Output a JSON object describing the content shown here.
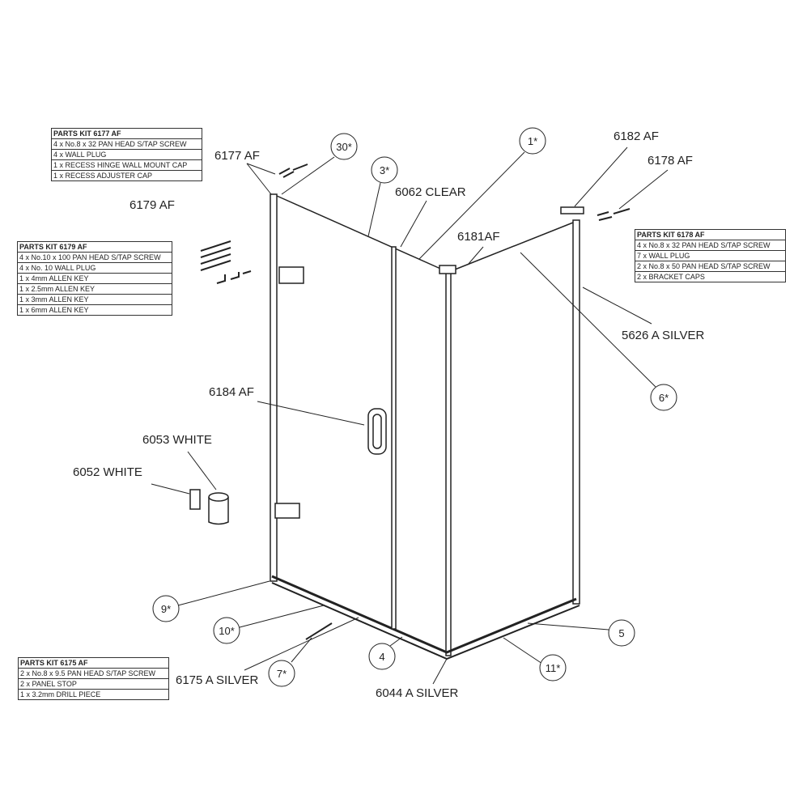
{
  "kits": [
    {
      "title": "PARTS KIT 6177 AF",
      "items": [
        "4 x No.8 x 32 PAN HEAD S/TAP SCREW",
        "4 x WALL PLUG",
        "1 x RECESS HINGE WALL MOUNT CAP",
        "1 x RECESS ADJUSTER CAP"
      ]
    },
    {
      "title": "PARTS KIT 6179 AF",
      "items": [
        "4 x No.10 x 100 PAN HEAD S/TAP SCREW",
        "4 x No. 10 WALL PLUG",
        "1 x 4mm ALLEN KEY",
        "1 x 2.5mm ALLEN KEY",
        "1 x 3mm ALLEN KEY",
        "1 x 6mm ALLEN KEY"
      ]
    },
    {
      "title": "PARTS KIT 6178 AF",
      "items": [
        "4 x No.8 x 32 PAN HEAD S/TAP SCREW",
        "7 x WALL PLUG",
        "2 x No.8 x 50 PAN HEAD S/TAP SCREW",
        "2 x BRACKET CAPS"
      ]
    },
    {
      "title": "PARTS KIT 6175 AF",
      "items": [
        "2 x No.8 x 9.5 PAN HEAD S/TAP SCREW",
        "2 x PANEL STOP",
        "1 x 3.2mm DRILL PIECE"
      ]
    }
  ],
  "labels": {
    "p6177": "6177 AF",
    "p6179": "6179 AF",
    "p6062": "6062 CLEAR",
    "p6182": "6182 AF",
    "p6178": "6178 AF",
    "p6181": "6181AF",
    "p5626": "5626 A SILVER",
    "p6184": "6184 AF",
    "p6053": "6053 WHITE",
    "p6052": "6052 WHITE",
    "p6175": "6175 A SILVER",
    "p6044": "6044 A SILVER"
  },
  "callouts": {
    "c30": "30*",
    "c3": "3*",
    "c1": "1*",
    "c6": "6*",
    "c9": "9*",
    "c10": "10*",
    "c7": "7*",
    "c4": "4",
    "c11": "11*",
    "c5": "5"
  }
}
